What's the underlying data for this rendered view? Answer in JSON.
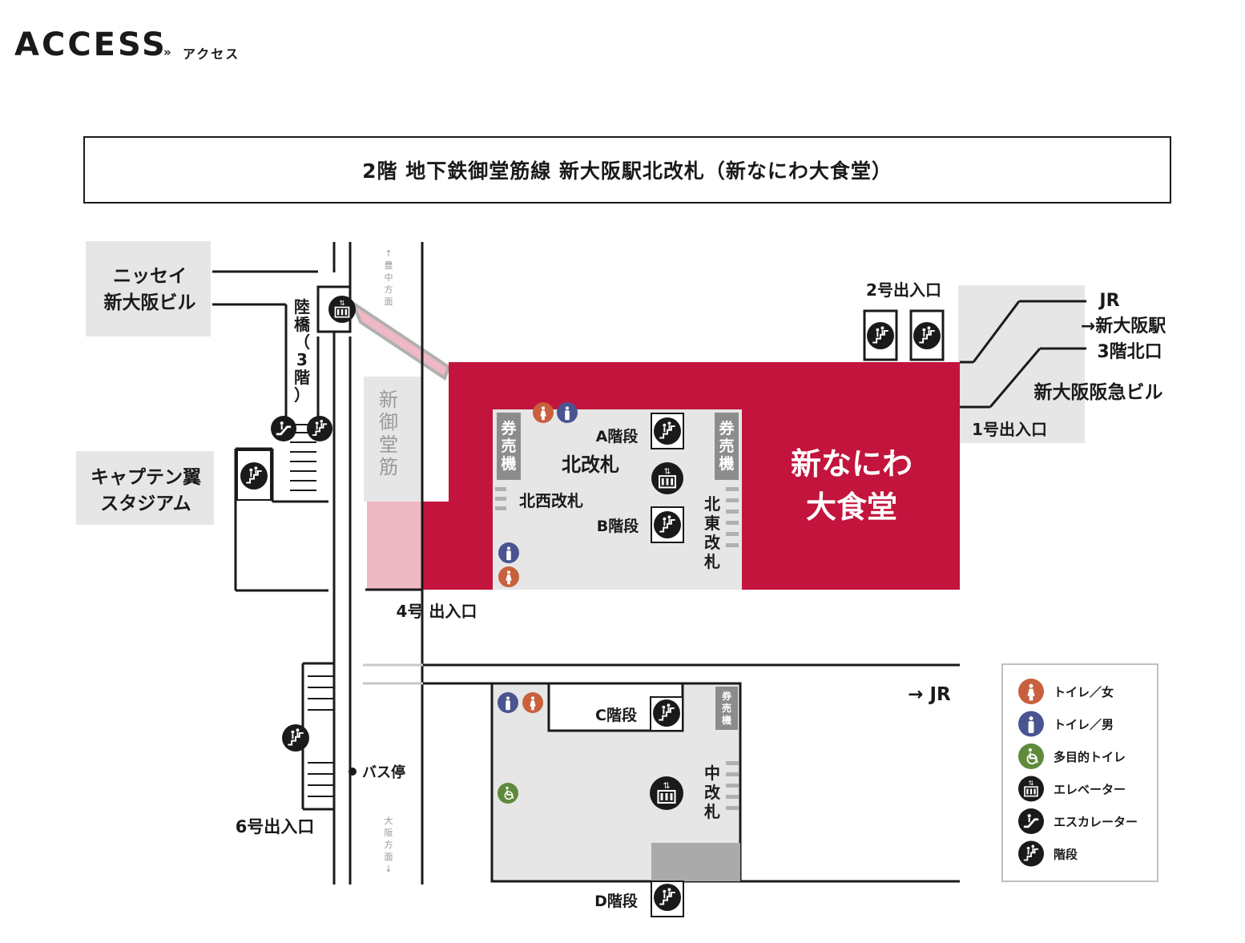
{
  "header": {
    "title": "ACCESS",
    "separator": "»",
    "subtitle": "アクセス"
  },
  "banner": "2階 地下鉄御堂筋線 新大阪駅北改札（新なにわ大食堂）",
  "map": {
    "buildings": {
      "nissay": [
        "ニッセイ",
        "新大阪ビル"
      ],
      "captain": [
        "キャプテン翼",
        "スタジアム"
      ],
      "hankyu": "新大阪阪急ビル"
    },
    "restaurant": [
      "新なにわ",
      "大食堂"
    ],
    "bridge": [
      "陸",
      "橋",
      "（",
      "3",
      "階",
      "）"
    ],
    "street": [
      "新",
      "御",
      "堂",
      "筋"
    ],
    "direction_toyonaka": [
      "↑",
      "豊",
      "中",
      "方",
      "面"
    ],
    "direction_osaka": [
      "大",
      "阪",
      "方",
      "面",
      "↓"
    ],
    "exits": {
      "exit1": "1号出入口",
      "exit2": "2号出入口",
      "exit4": "4号 出入口",
      "exit6": "6号出入口"
    },
    "jr_north": [
      "JR",
      "→新大阪駅",
      "3階北口"
    ],
    "jr_arrow": "→ JR",
    "bus_stop": "バス停",
    "gates": {
      "north": "北改札",
      "northwest": "北西改札",
      "northeast": [
        "北",
        "東",
        "改",
        "札"
      ],
      "middle": [
        "中",
        "改",
        "札"
      ]
    },
    "ticket_machine": [
      "券",
      "売",
      "機"
    ],
    "stairs": {
      "a": "A階段",
      "b": "B階段",
      "c": "C階段",
      "d": "D階段"
    }
  },
  "legend": [
    {
      "icon": "toilet-female-icon",
      "color": "#c8603e",
      "label": "トイレ／女"
    },
    {
      "icon": "toilet-male-icon",
      "color": "#4a5490",
      "label": "トイレ／男"
    },
    {
      "icon": "accessible-toilet-icon",
      "color": "#5e8a3c",
      "label": "多目的トイレ"
    },
    {
      "icon": "elevator-icon",
      "color": "#1a1a1a",
      "label": "エレベーター"
    },
    {
      "icon": "escalator-icon",
      "color": "#1a1a1a",
      "label": "エスカレーター"
    },
    {
      "icon": "stairs-icon",
      "color": "#1a1a1a",
      "label": "階段"
    }
  ],
  "colors": {
    "restaurant_red": "#c2143c",
    "concourse_gray": "#e6e6e6",
    "pink": "#eeb8c4",
    "female": "#c8603e",
    "male": "#4a5490",
    "accessible": "#5e8a3c"
  }
}
